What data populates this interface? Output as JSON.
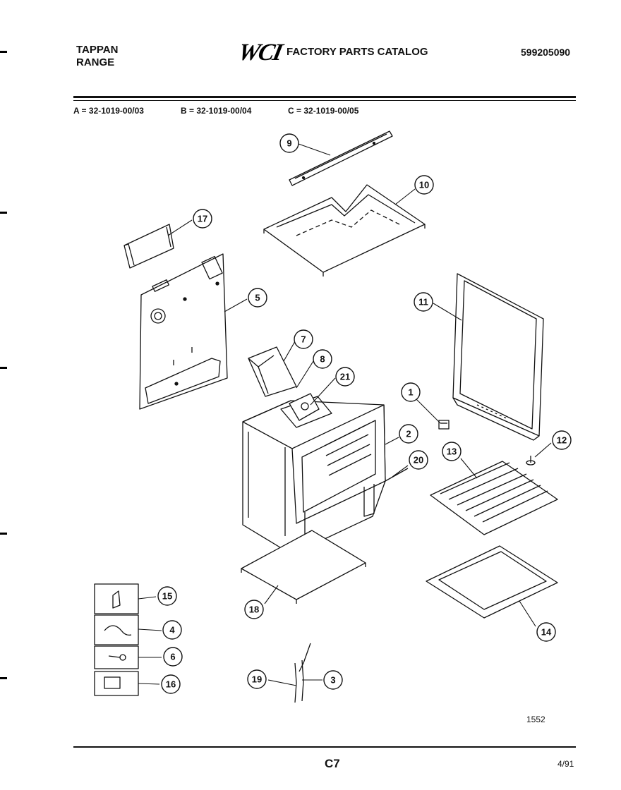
{
  "header": {
    "brand_line1": "TAPPAN",
    "brand_line2": "RANGE",
    "logo": "WCI",
    "catalog_title": "FACTORY PARTS CATALOG",
    "catalog_number": "599205090"
  },
  "models": [
    "A = 32-1019-00/03",
    "B = 32-1019-00/04",
    "C = 32-1019-00/05"
  ],
  "callouts": [
    "1",
    "2",
    "3",
    "4",
    "5",
    "6",
    "7",
    "8",
    "9",
    "10",
    "11",
    "12",
    "13",
    "14",
    "15",
    "16",
    "17",
    "18",
    "19",
    "20",
    "21"
  ],
  "footer": {
    "drawing_number": "1552",
    "page_code": "C7",
    "date": "4/91"
  }
}
